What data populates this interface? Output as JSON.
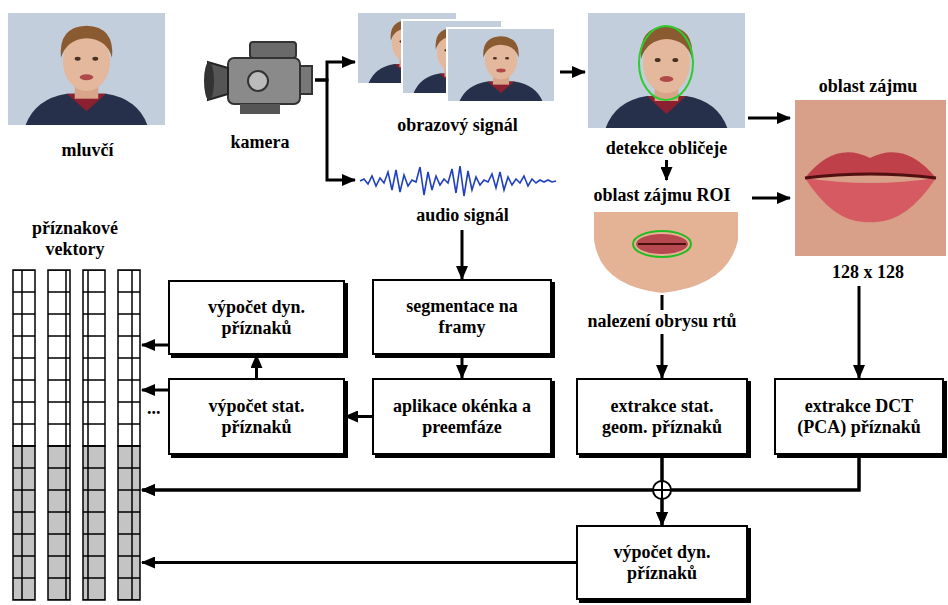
{
  "diagram": {
    "nodes": [
      {
        "text": [
          "mluvčí"
        ]
      },
      {
        "text": [
          "kamera"
        ]
      },
      {
        "text": [
          "obrazový signál"
        ]
      },
      {
        "text": [
          "audio signál"
        ]
      },
      {
        "text": [
          "detekce obličeje"
        ]
      },
      {
        "text": [
          "oblast zájmu ROI"
        ]
      },
      {
        "text": [
          "oblast zájmu",
          "128 x 128"
        ]
      },
      {
        "text": [
          "příznakové vektory"
        ]
      },
      {
        "text": [
          "výpočet dyn. příznaků"
        ]
      },
      {
        "text": [
          "výpočet stat. příznaků"
        ]
      },
      {
        "text": [
          "segmentace na framy"
        ]
      },
      {
        "text": [
          "aplikace okénka a preemfáze"
        ]
      },
      {
        "text": [
          "extrakce stat. geom. příznaků"
        ]
      },
      {
        "text": [
          "extrakce DCT (PCA) příznaků"
        ]
      },
      {
        "text": [
          "výpočet dyn. příznaků"
        ]
      }
    ],
    "edges": [
      {
        "from": 1,
        "to": 2,
        "arrow": "to"
      },
      {
        "from": 1,
        "to": 3,
        "arrow": "to"
      },
      {
        "from": 2,
        "to": 4,
        "arrow": "to"
      },
      {
        "from": 4,
        "to": 5,
        "arrow": "to"
      },
      {
        "from": 4,
        "to": 6,
        "arrow": "to"
      },
      {
        "from": 5,
        "to": 6,
        "arrow": "to"
      },
      {
        "from": 6,
        "to": 13,
        "arrow": "to"
      },
      {
        "from": 5,
        "to": 12,
        "arrow": "to",
        "label": "nalezení obrysu rtů"
      },
      {
        "from": 3,
        "to": 10,
        "arrow": "to"
      },
      {
        "from": 10,
        "to": 11,
        "arrow": "to"
      },
      {
        "from": 11,
        "to": 9,
        "arrow": "to"
      },
      {
        "from": 9,
        "to": 8,
        "arrow": "to"
      },
      {
        "from": 8,
        "to": 7,
        "arrow": "to"
      },
      {
        "from": 9,
        "to": 7,
        "arrow": "to"
      },
      {
        "from": 12,
        "to": 7,
        "arrow": "to"
      },
      {
        "from": 13,
        "to": 7,
        "arrow": "to"
      },
      {
        "from": 12,
        "to": 14,
        "arrow": "to"
      },
      {
        "from": 13,
        "to": 14,
        "arrow": "to"
      },
      {
        "from": 14,
        "to": 7,
        "arrow": "to"
      }
    ],
    "labels": [
      "..."
    ]
  }
}
